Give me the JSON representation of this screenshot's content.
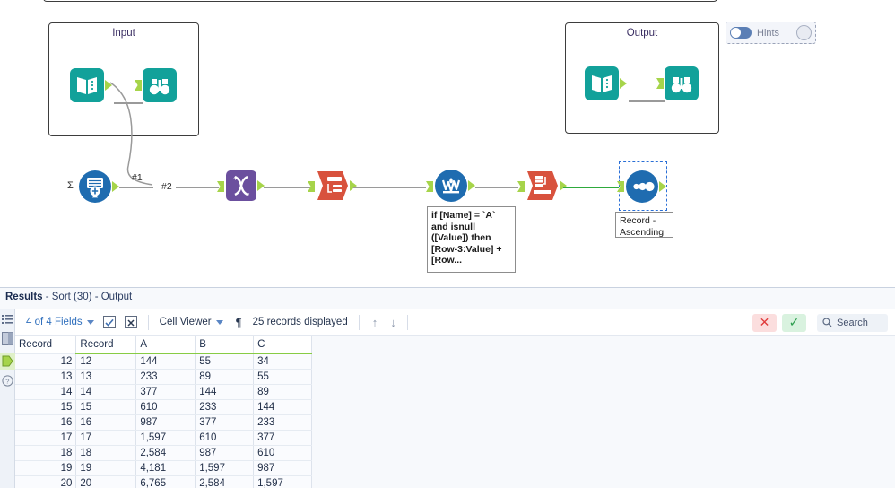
{
  "canvas": {
    "containers": [
      {
        "title": "Input"
      },
      {
        "title": "Output"
      }
    ],
    "connection_labels": [
      "#1",
      "#2"
    ],
    "annotations": {
      "formula": "if [Name] = `A` and isnull ([Value]) then [Row-3:Value] + [Row...",
      "sort": "Record - Ascending"
    },
    "tools": [
      {
        "name": "summarize-tool",
        "label": "Σ"
      },
      {
        "name": "transpose-tool"
      },
      {
        "name": "select-tool"
      },
      {
        "name": "multi-row-formula-tool"
      },
      {
        "name": "cross-tab-tool"
      },
      {
        "name": "sort-tool"
      }
    ],
    "hints": {
      "label": "Hints",
      "toggle_state": "off",
      "dropdown_icon": "chevron-down-icon"
    }
  },
  "results": {
    "title_bold": "Results",
    "title_rest": " - Sort (30) - Output",
    "rail_icons": [
      "messages-icon",
      "panel-icon",
      "output-anchor-icon",
      "help-icon"
    ],
    "toolbar": {
      "fields_label": "4 of 4 Fields",
      "select_all_icon": "checkbox-checked-icon",
      "deselect_icon": "checkbox-x-icon",
      "viewer_label": "Cell Viewer",
      "pilcrow_icon": "¶",
      "records_label": "25 records displayed",
      "up_arrow": "↑",
      "down_arrow": "↓",
      "cancel_icon": "✕",
      "confirm_icon": "✓",
      "search_icon": "search-icon",
      "search_label": "Search"
    },
    "table": {
      "columns": [
        "Record",
        "Record",
        "A",
        "B",
        "C"
      ],
      "rows": [
        [
          "12",
          "12",
          "144",
          "55",
          "34"
        ],
        [
          "13",
          "13",
          "233",
          "89",
          "55"
        ],
        [
          "14",
          "14",
          "377",
          "144",
          "89"
        ],
        [
          "15",
          "15",
          "610",
          "233",
          "144"
        ],
        [
          "16",
          "16",
          "987",
          "377",
          "233"
        ],
        [
          "17",
          "17",
          "1,597",
          "610",
          "377"
        ],
        [
          "18",
          "18",
          "2,584",
          "987",
          "610"
        ],
        [
          "19",
          "19",
          "4,181",
          "1,597",
          "987"
        ],
        [
          "20",
          "20",
          "6,765",
          "2,584",
          "1,597"
        ]
      ]
    }
  },
  "colors": {
    "teal": "#12a19a",
    "blue": "#1f6cb0",
    "purple": "#6b4f9e",
    "red": "#d8523d",
    "green_anchor": "#a6d44a",
    "green_wire": "#2eaa3c"
  }
}
